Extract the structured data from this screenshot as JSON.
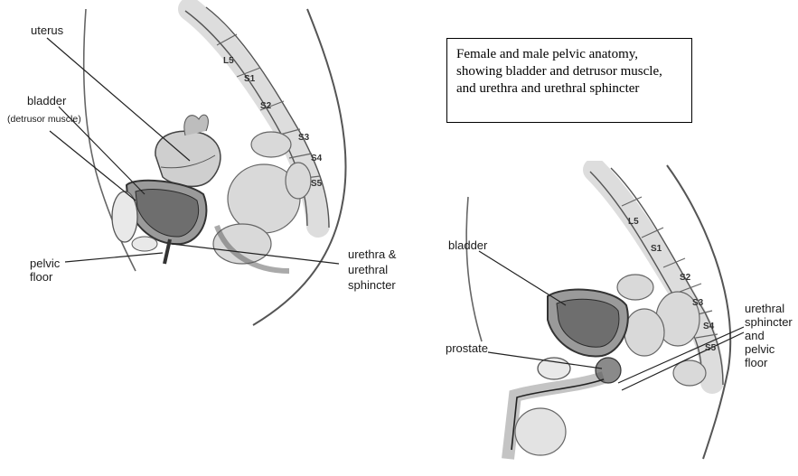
{
  "caption": "Female and male pelvic anatomy, showing bladder and detrusor muscle, and urethra and urethral sphincter",
  "female": {
    "labels": {
      "uterus": "uterus",
      "bladder": "bladder",
      "detrusor": "(detrusor muscle)",
      "pelvic_floor_1": "pelvic",
      "pelvic_floor_2": "floor",
      "urethra_1": "urethra &",
      "urethra_2": "urethral",
      "urethra_3": "sphincter"
    },
    "vertebrae": [
      "L5",
      "S1",
      "S2",
      "S3",
      "S4",
      "S5"
    ]
  },
  "male": {
    "labels": {
      "bladder": "bladder",
      "prostate": "prostate",
      "sphincter_1": "urethral",
      "sphincter_2": "sphincter",
      "sphincter_3": "and",
      "sphincter_4": "pelvic",
      "sphincter_5": "floor"
    },
    "vertebrae": [
      "L5",
      "S1",
      "S2",
      "S3",
      "S4",
      "S5"
    ]
  }
}
